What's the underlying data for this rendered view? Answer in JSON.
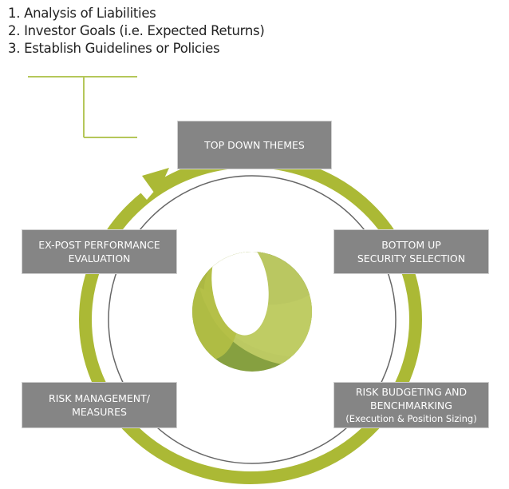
{
  "steps": [
    "1. Analysis of Liabilities",
    "2. Investor Goals (i.e. Expected Returns)",
    "3. Establish Guidelines or Policies"
  ],
  "boxes": {
    "top": {
      "lines": [
        "TOP DOWN THEMES"
      ]
    },
    "bottom_up": {
      "lines": [
        "BOTTOM UP",
        "SECURITY SELECTION"
      ]
    },
    "risk_budgeting": {
      "lines": [
        "RISK BUDGETING AND",
        "BENCHMARKING"
      ],
      "sub": "(Execution & Position Sizing)"
    },
    "risk_management": {
      "lines": [
        "RISK MANAGEMENT/",
        "MEASURES"
      ]
    },
    "ex_post": {
      "lines": [
        "EX-POST PERFORMANCE",
        "EVALUATION"
      ]
    }
  },
  "colors": {
    "ring": "#abb935",
    "box": "#858585",
    "dark_green": "#6b7a33",
    "mid_green": "#86a040",
    "light_green": "#bfcb64"
  }
}
